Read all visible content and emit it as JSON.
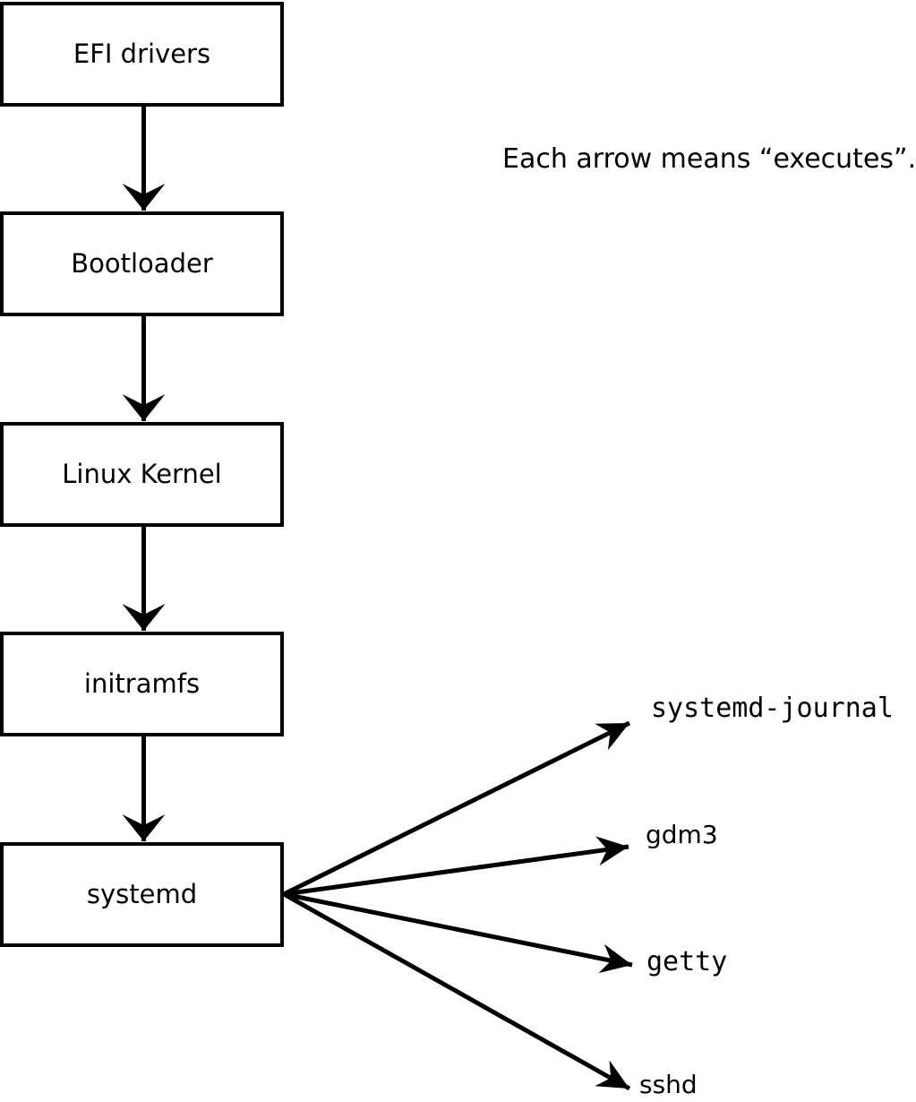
{
  "note": "Each arrow means “executes”.",
  "boot_chain": [
    {
      "label": "EFI drivers"
    },
    {
      "label": "Bootloader"
    },
    {
      "label": "Linux Kernel"
    },
    {
      "label": "initramfs"
    },
    {
      "label": "systemd"
    }
  ],
  "spawned_services": [
    {
      "label": "systemd-journal"
    },
    {
      "label": "gdm3"
    },
    {
      "label": "getty"
    },
    {
      "label": "sshd"
    }
  ],
  "colors": {
    "stroke": "#000000",
    "text": "#000000",
    "box_fill": "#ffffff",
    "background": "#ffffff"
  }
}
